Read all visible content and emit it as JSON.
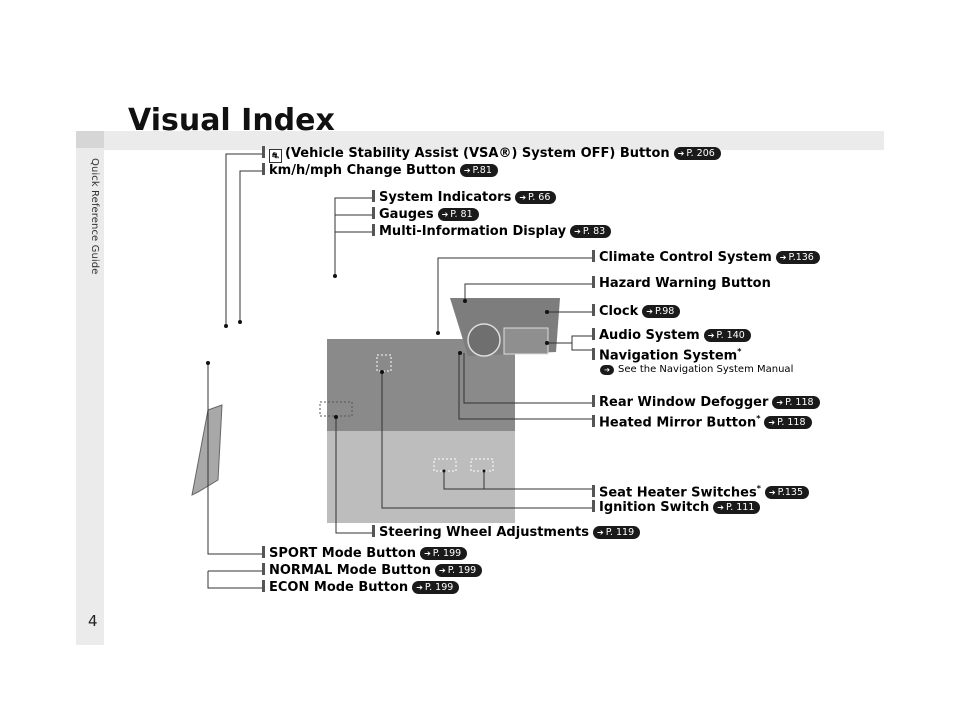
{
  "side_title": "Quick Reference Guide",
  "page_title": "Visual Index",
  "page_number": "4",
  "labels": {
    "vsa": {
      "text": "(Vehicle Stability Assist (VSA®) System OFF) Button",
      "ref": "P. 206"
    },
    "kmh": {
      "text": "km/h/mph Change Button",
      "ref": "P.81"
    },
    "sys_ind": {
      "text": "System Indicators",
      "ref": "P. 66"
    },
    "gauges": {
      "text": "Gauges",
      "ref": "P. 81"
    },
    "mid": {
      "text": "Multi-Information Display",
      "ref": "P. 83"
    },
    "climate": {
      "text": "Climate Control System",
      "ref": "P.136"
    },
    "hazard": {
      "text": "Hazard Warning Button"
    },
    "clock": {
      "text": "Clock",
      "ref": "P.98"
    },
    "audio": {
      "text": "Audio System",
      "ref": "P. 140"
    },
    "nav": {
      "text": "Navigation System",
      "mark": "*"
    },
    "nav_note": {
      "text": "See the Navigation System Manual"
    },
    "rear_defog": {
      "text": "Rear Window Defogger",
      "ref": "P. 118"
    },
    "heated_mirror": {
      "text": "Heated Mirror Button",
      "mark": "*",
      "ref": "P. 118"
    },
    "seat_heater": {
      "text": "Seat Heater Switches",
      "mark": "*",
      "ref": "P.135"
    },
    "ignition": {
      "text": "Ignition Switch",
      "ref": "P. 111"
    },
    "steering": {
      "text": "Steering Wheel Adjustments",
      "ref": "P. 119"
    },
    "sport": {
      "text": "SPORT Mode Button",
      "ref": "P. 199"
    },
    "normal": {
      "text": "NORMAL Mode Button",
      "ref": "P. 199"
    },
    "econ": {
      "text": "ECON Mode Button",
      "ref": "P. 199"
    }
  },
  "colors": {
    "dash_upper": "#8a8a8a",
    "dash_lower": "#bdbdbd",
    "ref_badge": "#1a1a1a",
    "leader": "#333333"
  }
}
